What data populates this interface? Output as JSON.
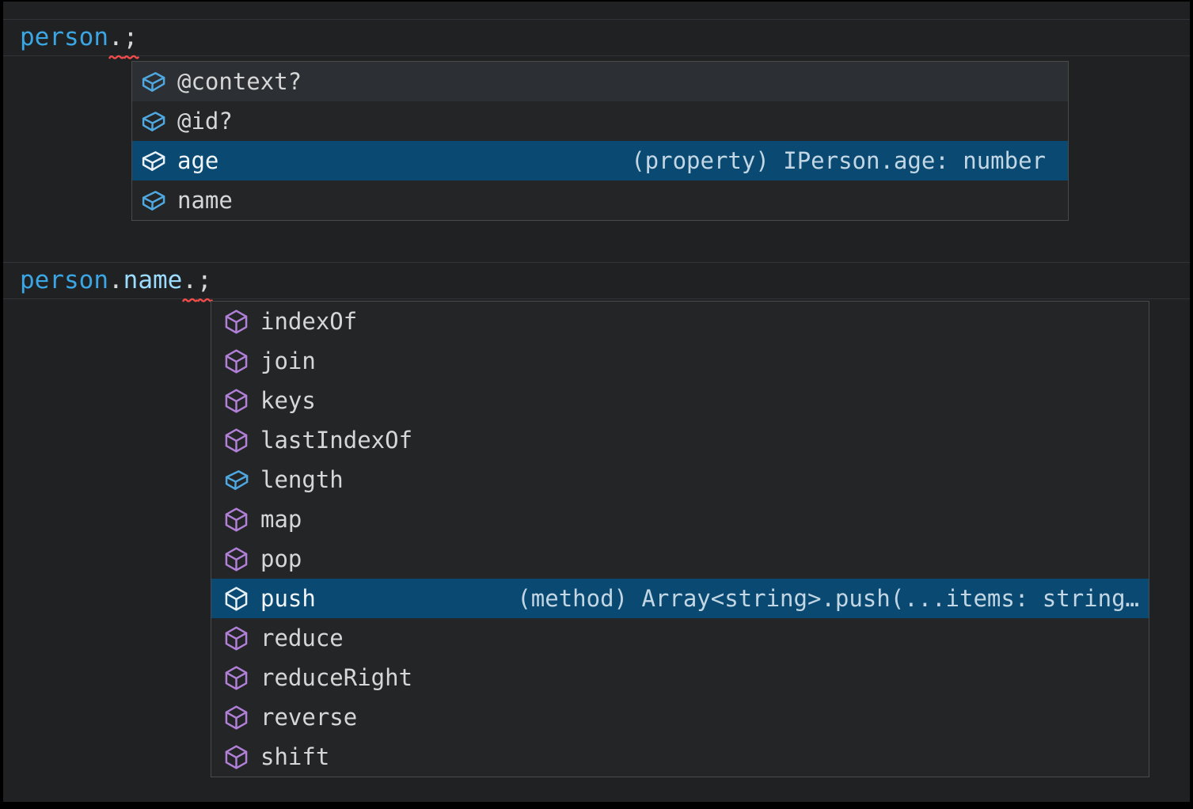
{
  "palette": {
    "background": "#1f2122",
    "widget_background": "#232527",
    "widget_border": "#4a4a4a",
    "row_hover_background": "#2c3034",
    "selected_row_background": "#0a4a72",
    "item_text": "#d6d6d6",
    "selected_item_text": "#f0f5f9",
    "detail_text": "#c3d6e4",
    "symbol_method": "#b180d7",
    "symbol_field": "#4fa8e0",
    "symbol_selected": "#e9f1f7",
    "error": "#f14c4c",
    "code_variable": "#3ba6e3",
    "code_property": "#9cdcfe",
    "code_punctuation": "#d8d8d8"
  },
  "code": {
    "line1": {
      "t0": "person",
      "t1": ".",
      "t2": ";"
    },
    "line2": {
      "t0": "person",
      "t1": ".",
      "t2": "name",
      "t3": ".",
      "t4": ";"
    }
  },
  "suggest1": {
    "items": [
      {
        "label": "@context?",
        "kind": "field",
        "state": "hover"
      },
      {
        "label": "@id?",
        "kind": "field",
        "state": "normal"
      },
      {
        "label": "age",
        "kind": "field",
        "state": "selected",
        "detail": "(property) IPerson.age: number"
      },
      {
        "label": "name",
        "kind": "field",
        "state": "normal"
      }
    ]
  },
  "suggest2": {
    "items": [
      {
        "label": "indexOf",
        "kind": "method",
        "state": "normal"
      },
      {
        "label": "join",
        "kind": "method",
        "state": "normal"
      },
      {
        "label": "keys",
        "kind": "method",
        "state": "normal"
      },
      {
        "label": "lastIndexOf",
        "kind": "method",
        "state": "normal"
      },
      {
        "label": "length",
        "kind": "field",
        "state": "normal"
      },
      {
        "label": "map",
        "kind": "method",
        "state": "normal"
      },
      {
        "label": "pop",
        "kind": "method",
        "state": "normal"
      },
      {
        "label": "push",
        "kind": "method",
        "state": "selected",
        "detail": "(method) Array<string>.push(...items: string…"
      },
      {
        "label": "reduce",
        "kind": "method",
        "state": "normal"
      },
      {
        "label": "reduceRight",
        "kind": "method",
        "state": "normal"
      },
      {
        "label": "reverse",
        "kind": "method",
        "state": "normal"
      },
      {
        "label": "shift",
        "kind": "method",
        "state": "normal"
      }
    ]
  }
}
